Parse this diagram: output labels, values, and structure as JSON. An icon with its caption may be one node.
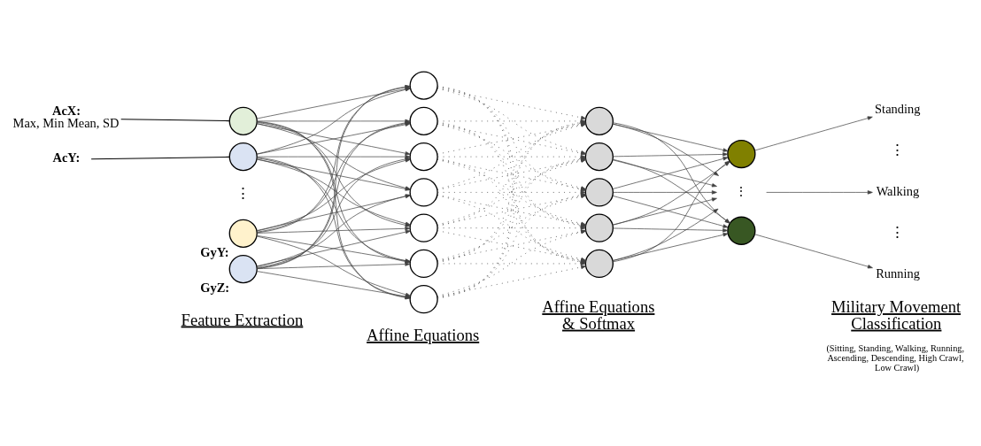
{
  "diagram": {
    "nodes": [
      {
        "text": [
          "AcX:",
          "Max, Min Mean, SD"
        ]
      },
      {
        "text": [],
        "shape": "circle"
      },
      {
        "text": [
          "AcY:"
        ]
      },
      {
        "text": [],
        "shape": "circle"
      },
      {
        "text": [],
        "shape": "circle",
        "beside": [
          "GyY:"
        ]
      },
      {
        "text": [],
        "shape": "circle",
        "beside": [
          "GyZ:"
        ]
      },
      {
        "text": [],
        "shape": "circle"
      },
      {
        "text": [],
        "shape": "circle"
      },
      {
        "text": [],
        "shape": "circle"
      },
      {
        "text": [],
        "shape": "circle"
      },
      {
        "text": [],
        "shape": "circle"
      },
      {
        "text": [],
        "shape": "circle"
      },
      {
        "text": [],
        "shape": "circle"
      },
      {
        "text": [],
        "shape": "circle"
      },
      {
        "text": [],
        "shape": "circle"
      },
      {
        "text": [],
        "shape": "circle"
      },
      {
        "text": [],
        "shape": "circle"
      },
      {
        "text": [],
        "shape": "circle"
      },
      {
        "text": [],
        "shape": "circle"
      },
      {
        "text": [
          "⋮"
        ]
      },
      {
        "text": [],
        "shape": "circle"
      },
      {
        "text": [
          "Standing"
        ]
      },
      {
        "text": [
          "Walking"
        ]
      },
      {
        "text": [
          "Running"
        ]
      }
    ],
    "edges": [
      {
        "from": 0,
        "to": 1,
        "arrow": "none"
      },
      {
        "from": 2,
        "to": 3,
        "arrow": "none"
      },
      {
        "from": 1,
        "to": 6,
        "arrow": "to"
      },
      {
        "from": 1,
        "to": 7,
        "arrow": "to"
      },
      {
        "from": 1,
        "to": 8,
        "arrow": "to"
      },
      {
        "from": 1,
        "to": 9,
        "arrow": "to"
      },
      {
        "from": 1,
        "to": 10,
        "arrow": "to"
      },
      {
        "from": 1,
        "to": 11,
        "arrow": "to"
      },
      {
        "from": 1,
        "to": 12,
        "arrow": "to"
      },
      {
        "from": 3,
        "to": 6,
        "arrow": "to"
      },
      {
        "from": 3,
        "to": 7,
        "arrow": "to"
      },
      {
        "from": 3,
        "to": 8,
        "arrow": "to"
      },
      {
        "from": 3,
        "to": 9,
        "arrow": "to"
      },
      {
        "from": 3,
        "to": 10,
        "arrow": "to"
      },
      {
        "from": 3,
        "to": 11,
        "arrow": "to"
      },
      {
        "from": 3,
        "to": 12,
        "arrow": "to"
      },
      {
        "from": 4,
        "to": 6,
        "arrow": "to"
      },
      {
        "from": 4,
        "to": 7,
        "arrow": "to"
      },
      {
        "from": 4,
        "to": 8,
        "arrow": "to"
      },
      {
        "from": 4,
        "to": 9,
        "arrow": "to"
      },
      {
        "from": 4,
        "to": 10,
        "arrow": "to"
      },
      {
        "from": 4,
        "to": 11,
        "arrow": "to"
      },
      {
        "from": 4,
        "to": 12,
        "arrow": "to"
      },
      {
        "from": 5,
        "to": 6,
        "arrow": "to"
      },
      {
        "from": 5,
        "to": 7,
        "arrow": "to"
      },
      {
        "from": 5,
        "to": 8,
        "arrow": "to"
      },
      {
        "from": 5,
        "to": 9,
        "arrow": "to"
      },
      {
        "from": 5,
        "to": 10,
        "arrow": "to"
      },
      {
        "from": 5,
        "to": 11,
        "arrow": "to"
      },
      {
        "from": 5,
        "to": 12,
        "arrow": "to"
      },
      {
        "from": 6,
        "to": 13,
        "arrow": "to",
        "style": "dashed"
      },
      {
        "from": 6,
        "to": 14,
        "arrow": "to",
        "style": "dashed"
      },
      {
        "from": 6,
        "to": 15,
        "arrow": "to",
        "style": "dashed"
      },
      {
        "from": 6,
        "to": 16,
        "arrow": "to",
        "style": "dashed"
      },
      {
        "from": 6,
        "to": 17,
        "arrow": "to",
        "style": "dashed"
      },
      {
        "from": 7,
        "to": 13,
        "arrow": "to",
        "style": "dashed"
      },
      {
        "from": 7,
        "to": 14,
        "arrow": "to",
        "style": "dashed"
      },
      {
        "from": 7,
        "to": 15,
        "arrow": "to",
        "style": "dashed"
      },
      {
        "from": 7,
        "to": 16,
        "arrow": "to",
        "style": "dashed"
      },
      {
        "from": 7,
        "to": 17,
        "arrow": "to",
        "style": "dashed"
      },
      {
        "from": 8,
        "to": 13,
        "arrow": "to",
        "style": "dashed"
      },
      {
        "from": 8,
        "to": 14,
        "arrow": "to",
        "style": "dashed"
      },
      {
        "from": 8,
        "to": 15,
        "arrow": "to",
        "style": "dashed"
      },
      {
        "from": 8,
        "to": 16,
        "arrow": "to",
        "style": "dashed"
      },
      {
        "from": 8,
        "to": 17,
        "arrow": "to",
        "style": "dashed"
      },
      {
        "from": 9,
        "to": 13,
        "arrow": "to",
        "style": "dashed"
      },
      {
        "from": 9,
        "to": 14,
        "arrow": "to",
        "style": "dashed"
      },
      {
        "from": 9,
        "to": 15,
        "arrow": "to",
        "style": "dashed"
      },
      {
        "from": 9,
        "to": 16,
        "arrow": "to",
        "style": "dashed"
      },
      {
        "from": 9,
        "to": 17,
        "arrow": "to",
        "style": "dashed"
      },
      {
        "from": 10,
        "to": 13,
        "arrow": "to",
        "style": "dashed"
      },
      {
        "from": 10,
        "to": 14,
        "arrow": "to",
        "style": "dashed"
      },
      {
        "from": 10,
        "to": 15,
        "arrow": "to",
        "style": "dashed"
      },
      {
        "from": 10,
        "to": 16,
        "arrow": "to",
        "style": "dashed"
      },
      {
        "from": 10,
        "to": 17,
        "arrow": "to",
        "style": "dashed"
      },
      {
        "from": 11,
        "to": 13,
        "arrow": "to",
        "style": "dashed"
      },
      {
        "from": 11,
        "to": 14,
        "arrow": "to",
        "style": "dashed"
      },
      {
        "from": 11,
        "to": 15,
        "arrow": "to",
        "style": "dashed"
      },
      {
        "from": 11,
        "to": 16,
        "arrow": "to",
        "style": "dashed"
      },
      {
        "from": 11,
        "to": 17,
        "arrow": "to",
        "style": "dashed"
      },
      {
        "from": 12,
        "to": 13,
        "arrow": "to",
        "style": "dashed"
      },
      {
        "from": 12,
        "to": 14,
        "arrow": "to",
        "style": "dashed"
      },
      {
        "from": 12,
        "to": 15,
        "arrow": "to",
        "style": "dashed"
      },
      {
        "from": 12,
        "to": 16,
        "arrow": "to",
        "style": "dashed"
      },
      {
        "from": 12,
        "to": 17,
        "arrow": "to",
        "style": "dashed"
      },
      {
        "from": 13,
        "to": 18,
        "arrow": "to"
      },
      {
        "from": 13,
        "to": 19,
        "arrow": "to"
      },
      {
        "from": 13,
        "to": 20,
        "arrow": "to"
      },
      {
        "from": 14,
        "to": 18,
        "arrow": "to"
      },
      {
        "from": 14,
        "to": 19,
        "arrow": "to"
      },
      {
        "from": 14,
        "to": 20,
        "arrow": "to"
      },
      {
        "from": 15,
        "to": 18,
        "arrow": "to"
      },
      {
        "from": 15,
        "to": 19,
        "arrow": "to"
      },
      {
        "from": 15,
        "to": 20,
        "arrow": "to"
      },
      {
        "from": 16,
        "to": 18,
        "arrow": "to"
      },
      {
        "from": 16,
        "to": 19,
        "arrow": "to"
      },
      {
        "from": 16,
        "to": 20,
        "arrow": "to"
      },
      {
        "from": 17,
        "to": 18,
        "arrow": "to"
      },
      {
        "from": 17,
        "to": 19,
        "arrow": "to"
      },
      {
        "from": 17,
        "to": 20,
        "arrow": "to"
      },
      {
        "from": 18,
        "to": 21,
        "arrow": "to"
      },
      {
        "from": 19,
        "to": 22,
        "arrow": "to"
      },
      {
        "from": 20,
        "to": 23,
        "arrow": "to"
      }
    ],
    "labels": [
      "⋮",
      "⋮",
      "⋮",
      "Feature Extraction",
      "Affine Equations",
      "Affine Equations & Softmax",
      "Military Movement Classification",
      "(Sitting, Standing, Walking, Running, Ascending, Descending, High Crawl, Low Crawl)"
    ]
  }
}
